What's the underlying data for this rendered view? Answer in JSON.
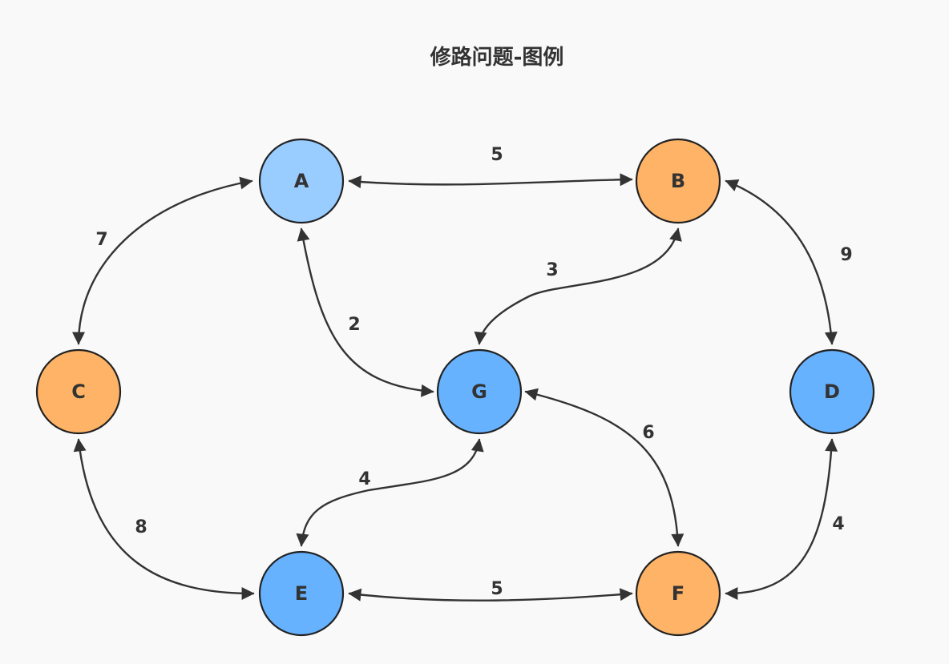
{
  "title": "修路问题-图例",
  "colors": {
    "background": "#f9f9f9",
    "light_blue": "#99ccff",
    "blue": "#66b2ff",
    "orange": "#ffb366",
    "stroke": "#333333"
  },
  "nodes": [
    {
      "id": "A",
      "label": "A",
      "color": "light_blue"
    },
    {
      "id": "B",
      "label": "B",
      "color": "orange"
    },
    {
      "id": "C",
      "label": "C",
      "color": "orange"
    },
    {
      "id": "D",
      "label": "D",
      "color": "blue"
    },
    {
      "id": "E",
      "label": "E",
      "color": "blue"
    },
    {
      "id": "F",
      "label": "F",
      "color": "orange"
    },
    {
      "id": "G",
      "label": "G",
      "color": "blue"
    }
  ],
  "edges": [
    {
      "from": "A",
      "to": "B",
      "weight": "5"
    },
    {
      "from": "A",
      "to": "C",
      "weight": "7"
    },
    {
      "from": "A",
      "to": "G",
      "weight": "2"
    },
    {
      "from": "B",
      "to": "G",
      "weight": "3"
    },
    {
      "from": "B",
      "to": "D",
      "weight": "9"
    },
    {
      "from": "C",
      "to": "E",
      "weight": "8"
    },
    {
      "from": "G",
      "to": "E",
      "weight": "4"
    },
    {
      "from": "G",
      "to": "F",
      "weight": "6"
    },
    {
      "from": "E",
      "to": "F",
      "weight": "5"
    },
    {
      "from": "D",
      "to": "F",
      "weight": "4"
    }
  ]
}
